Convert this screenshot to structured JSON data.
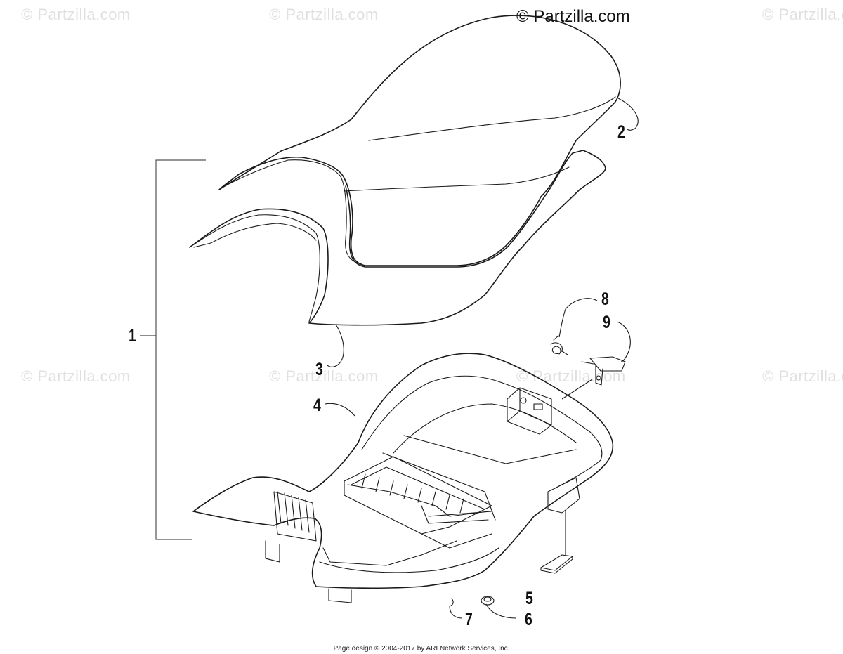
{
  "watermarks": {
    "main": "© Partzilla.com",
    "tiled": "© Partzilla.com"
  },
  "callouts": {
    "c1": "1",
    "c2": "2",
    "c3": "3",
    "c4": "4",
    "c5": "5",
    "c6": "6",
    "c7": "7",
    "c8": "8",
    "c9": "9"
  },
  "footer": "Page design © 2004-2017 by ARI Network Services, Inc.",
  "colors": {
    "line": "#1a1a1a",
    "watermark": "#e0e0e0",
    "background": "#ffffff"
  }
}
